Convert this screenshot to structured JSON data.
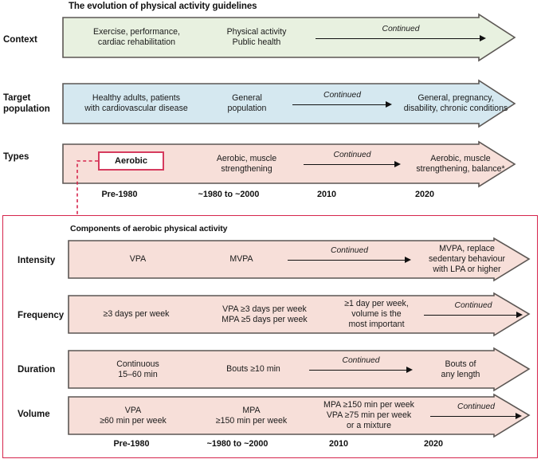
{
  "figure": {
    "title": "The evolution of physical activity guidelines",
    "panel_title": "Components of aerobic physical activity",
    "colors": {
      "context_fill": "#e8f1e0",
      "target_fill": "#d5e8f0",
      "types_fill": "#f7dfd9",
      "bar_stroke": "#5c5754",
      "red_accent": "#d6254c",
      "aerobic_border": "#d63b5e",
      "text": "#1a1a1a"
    },
    "continued_label": "Continued",
    "callout": {
      "label": "Aerobic"
    },
    "timeline": {
      "top": [
        "Pre-1980",
        "~1980 to ~2000",
        "2010",
        "2020"
      ],
      "bottom": [
        "Pre-1980",
        "~1980 to ~2000",
        "2010",
        "2020"
      ]
    },
    "top_rows": [
      {
        "label": "Context",
        "fill": "#e8f1e0",
        "cells": [
          "Exercise, performance,\ncardiac rehabilitation",
          "Physical activity\nPublic health"
        ]
      },
      {
        "label": "Target\npopulation",
        "fill": "#d5e8f0",
        "cells": [
          "Healthy adults, patients\nwith cardiovascular disease",
          "General\npopulation",
          "General, pregnancy,\ndisability, chronic conditions"
        ]
      },
      {
        "label": "Types",
        "fill": "#f7dfd9",
        "cells": [
          "",
          "Aerobic, muscle\nstrengthening",
          "Aerobic, muscle\nstrengthening, balance*"
        ]
      }
    ],
    "bottom_rows": [
      {
        "label": "Intensity",
        "fill": "#f7dfd9",
        "cells": [
          "VPA",
          "MVPA",
          "MVPA, replace\nsedentary behaviour\nwith LPA or higher"
        ]
      },
      {
        "label": "Frequency",
        "fill": "#f7dfd9",
        "cells": [
          "≥3 days per week",
          "VPA ≥3 days per week\nMPA ≥5 days per week",
          "≥1 day per week,\nvolume is the\nmost important"
        ]
      },
      {
        "label": "Duration",
        "fill": "#f7dfd9",
        "cells": [
          "Continuous\n15–60 min",
          "Bouts ≥10 min",
          "Bouts of\nany length"
        ]
      },
      {
        "label": "Volume",
        "fill": "#f7dfd9",
        "cells": [
          "VPA\n≥60 min per week",
          "MPA\n≥150 min per week",
          "MPA ≥150 min per week\nVPA ≥75 min per week\nor a mixture"
        ]
      }
    ]
  }
}
